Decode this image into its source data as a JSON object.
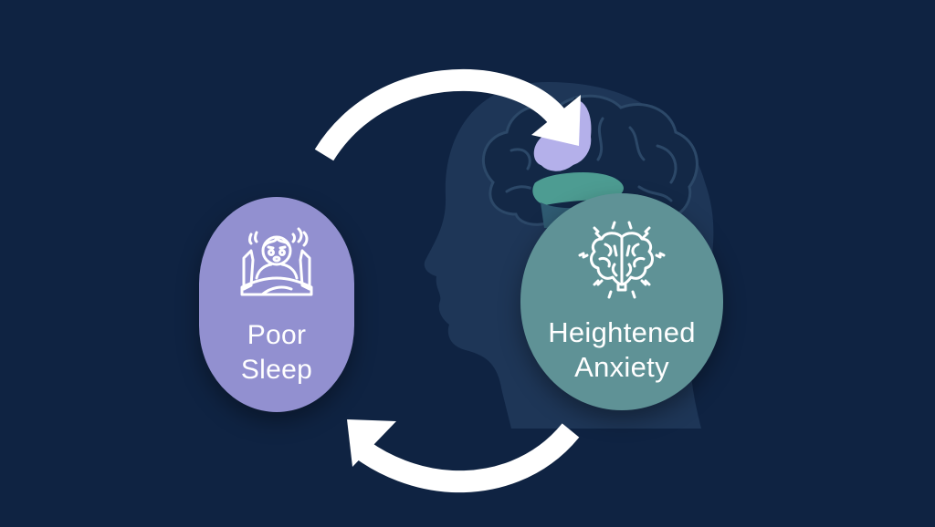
{
  "diagram": {
    "type": "cycle",
    "background_color": "#0f2342",
    "nodes": [
      {
        "id": "poor-sleep",
        "line1": "Poor",
        "line2": "Sleep",
        "icon": "restless-person-in-bed-icon",
        "color": "#9290d0"
      },
      {
        "id": "heightened-anxiety",
        "line1": "Heightened",
        "line2": "Anxiety",
        "icon": "brain-with-sparks-icon",
        "color": "#5f9296"
      }
    ],
    "arrows": [
      {
        "from": "poor-sleep",
        "to": "heightened-anxiety",
        "position": "top",
        "color": "#ffffff"
      },
      {
        "from": "heightened-anxiety",
        "to": "poor-sleep",
        "position": "bottom",
        "color": "#ffffff"
      }
    ],
    "background_illustration": {
      "subject": "head-silhouette-profile-with-brain",
      "head_color": "#1e3657",
      "brain_color": "#132846",
      "brain_highlight_purple": "#b4b0ea",
      "brain_highlight_teal": "#4d9c92"
    }
  }
}
